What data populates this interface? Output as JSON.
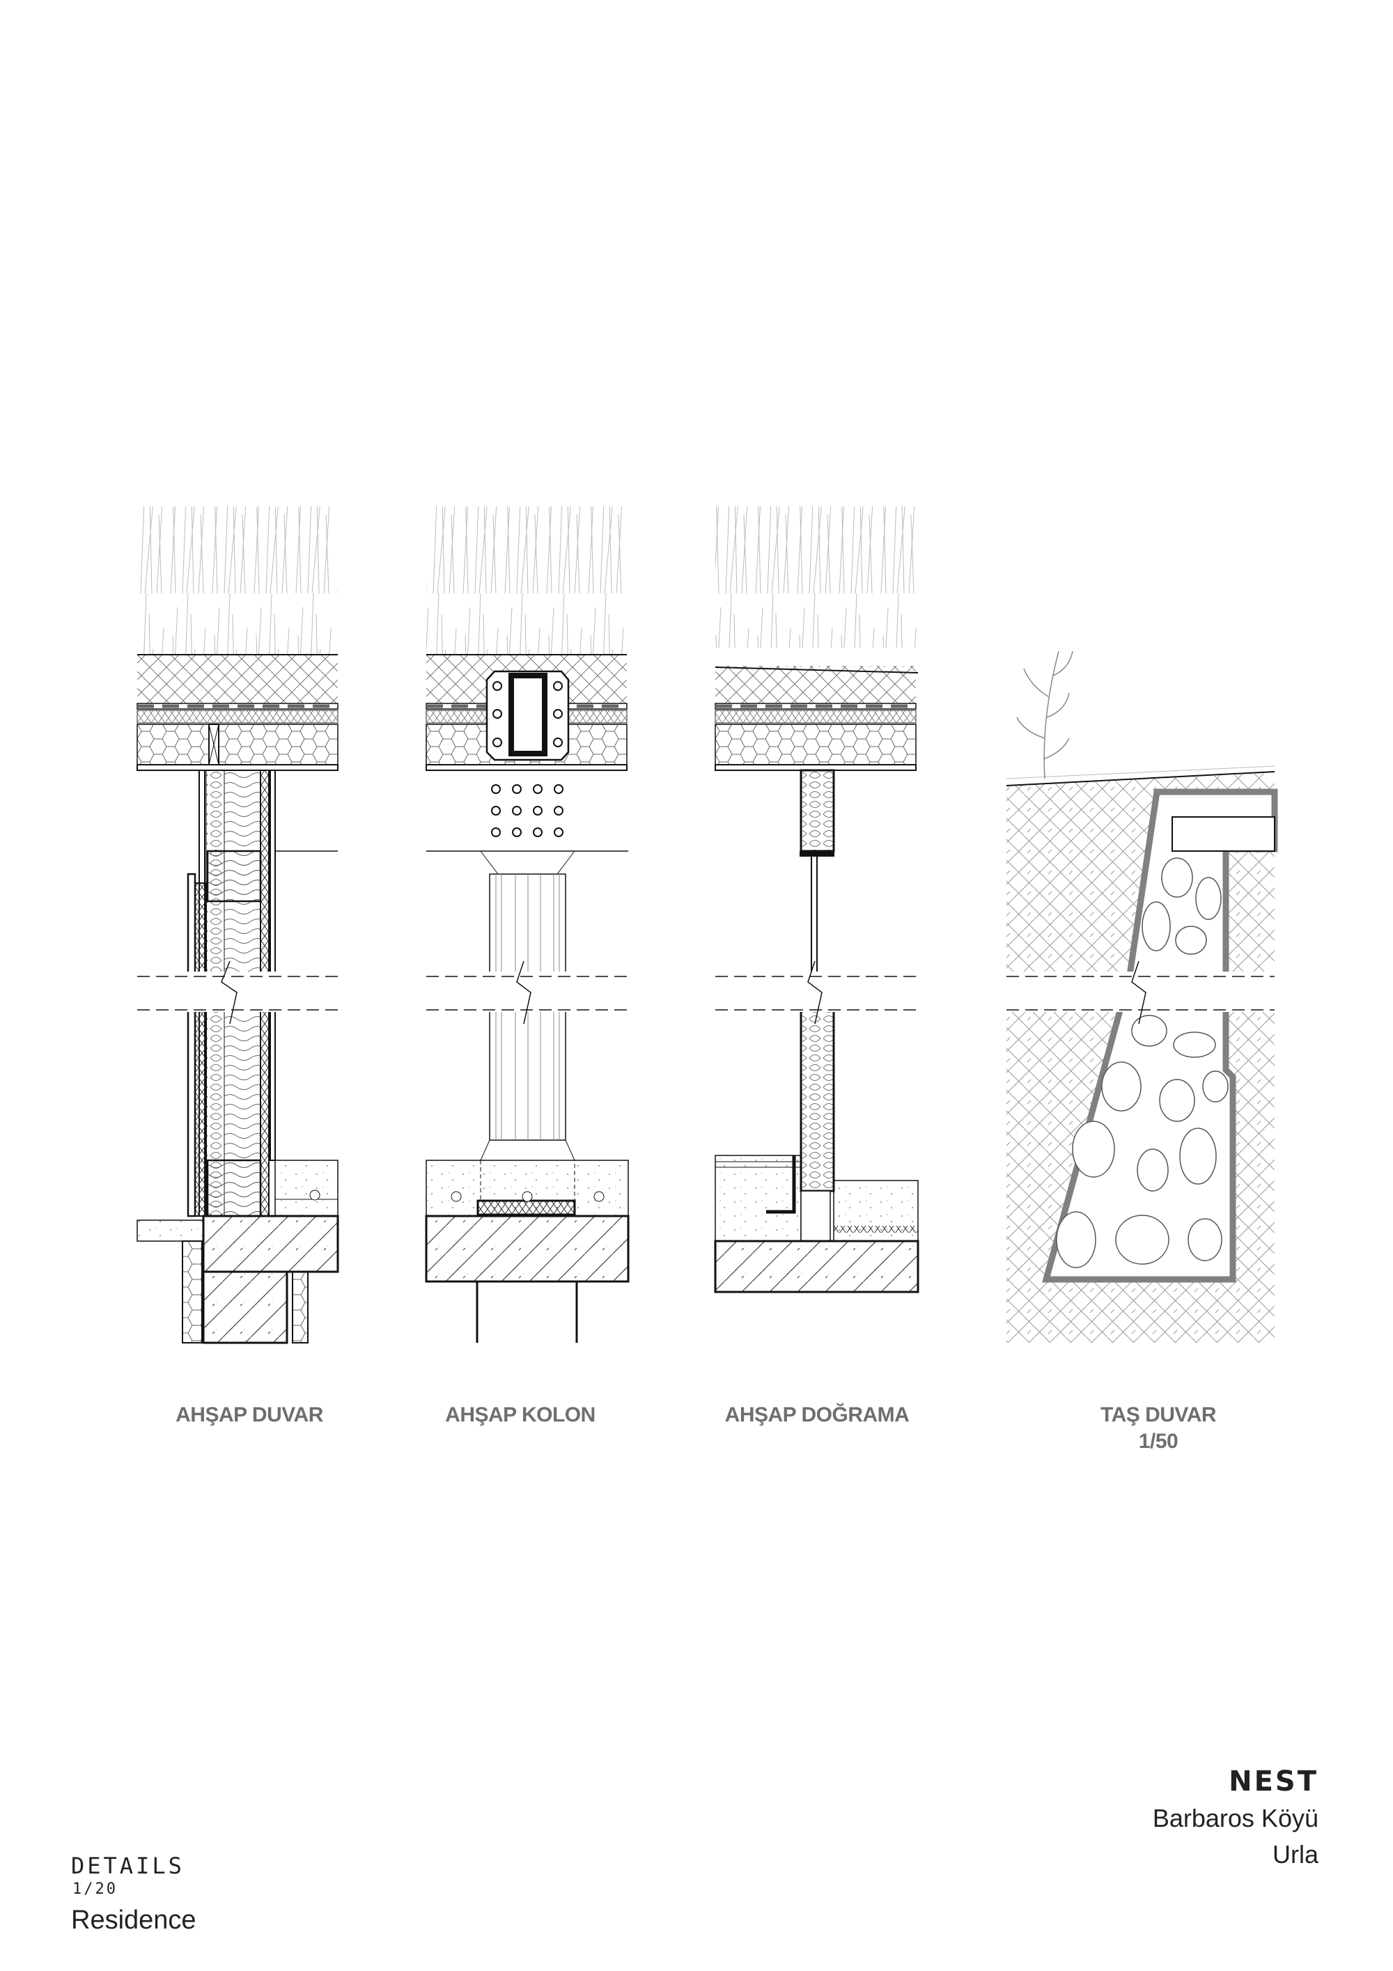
{
  "details": [
    {
      "label": "AHŞAP DUVAR"
    },
    {
      "label": "AHŞAP KOLON"
    },
    {
      "label": "AHŞAP DOĞRAMA"
    },
    {
      "label": "TAŞ DUVAR",
      "scale": "1/50"
    }
  ],
  "title_block": {
    "project": "NEST",
    "location_1": "Barbaros Köyü",
    "location_2": "Urla",
    "sheet": "DETAILS",
    "scale": "1/20",
    "type": "Residence"
  },
  "colors": {
    "label": "#6d6e71",
    "line": "#111111",
    "stone_wall": "#808080"
  }
}
